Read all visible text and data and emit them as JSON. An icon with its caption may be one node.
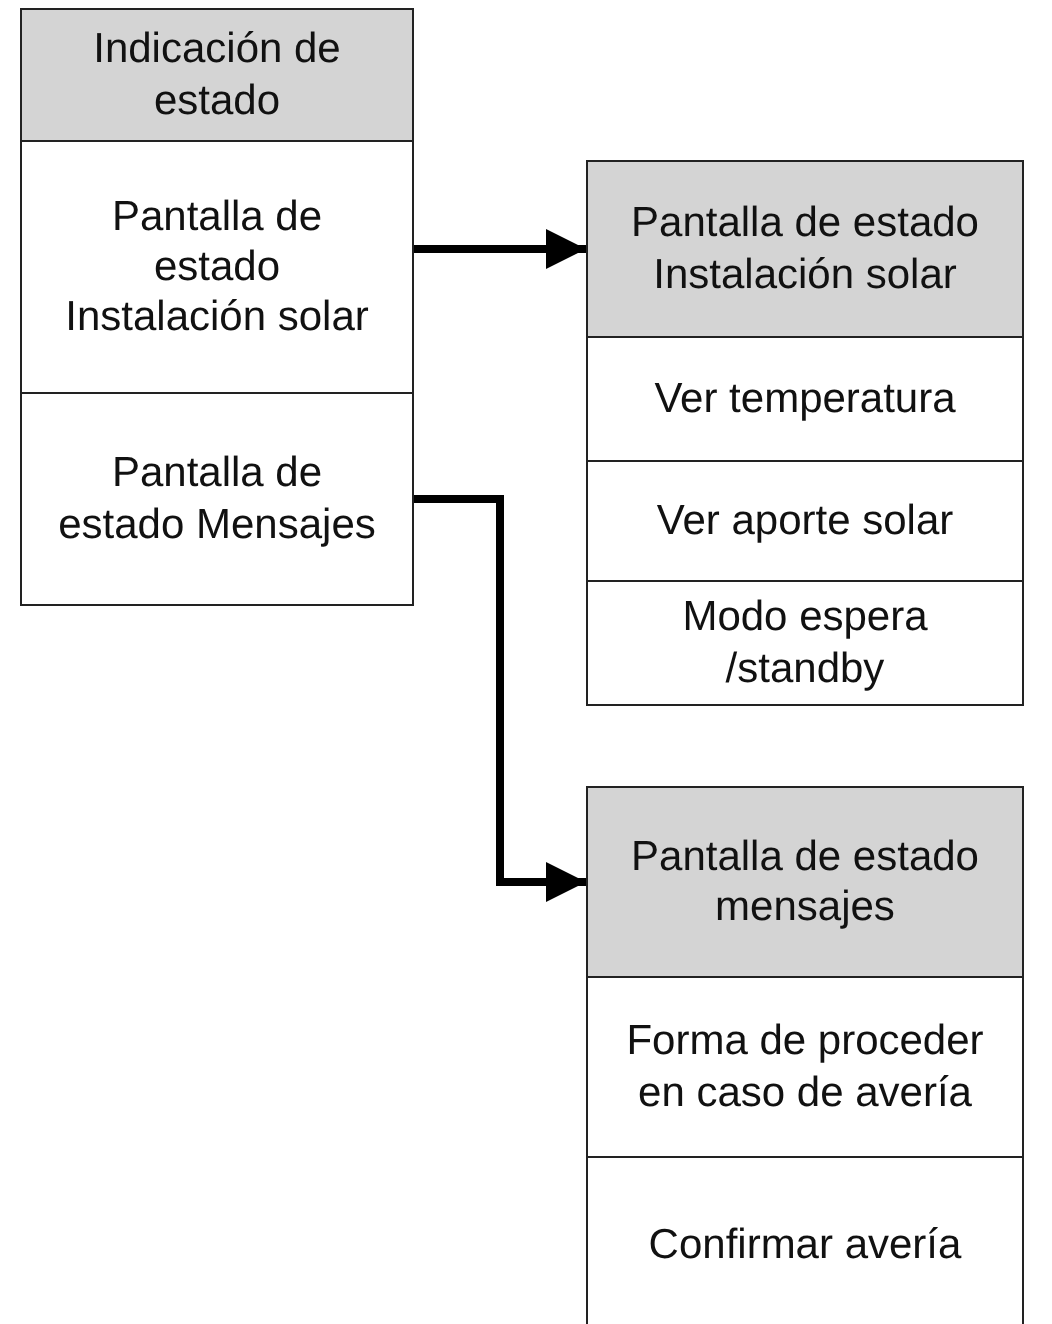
{
  "diagram": {
    "nodes": [
      {
        "text": [
          "Indicación de estado"
        ]
      },
      {
        "text": [
          "Pantalla de estado Instalación solar"
        ]
      },
      {
        "text": [
          "Pantalla de estado Mensajes"
        ]
      },
      {
        "text": [
          "Pantalla de estado Instalación solar"
        ]
      },
      {
        "text": [
          "Ver temperatura"
        ]
      },
      {
        "text": [
          "Ver aporte solar"
        ]
      },
      {
        "text": [
          "Modo espera /standby"
        ]
      },
      {
        "text": [
          "Pantalla de estado mensajes"
        ]
      },
      {
        "text": [
          "Forma de proceder en caso de avería"
        ]
      },
      {
        "text": [
          "Confirmar avería"
        ]
      }
    ],
    "edges": [
      {
        "from": 1,
        "to": 3,
        "arrow": "to"
      },
      {
        "from": 2,
        "to": 7,
        "arrow": "to"
      }
    ]
  }
}
